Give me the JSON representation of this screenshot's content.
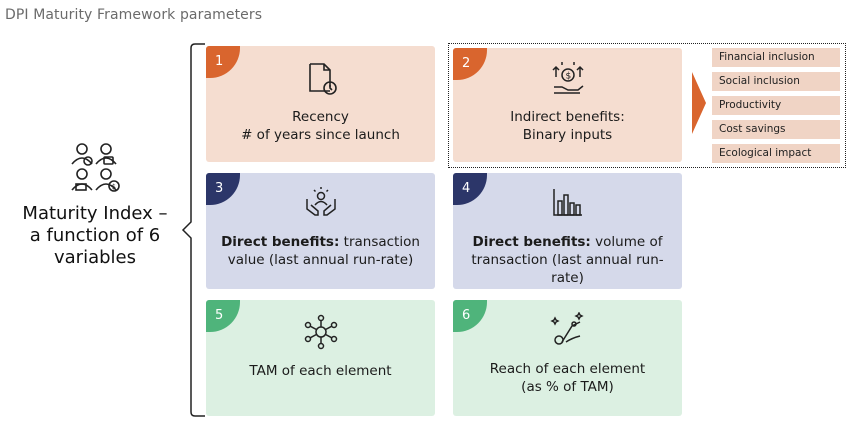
{
  "title": "DPI Maturity Framework parameters",
  "maturity_index": {
    "line1": "Maturity Index –",
    "line2": "a function of 6",
    "line3": "variables"
  },
  "cards": [
    {
      "num": "1",
      "line1": "Recency",
      "line2": "# of years since launch"
    },
    {
      "num": "2",
      "line1": "Indirect benefits:",
      "line2": "Binary inputs"
    },
    {
      "num": "3",
      "bold": "Direct benefits:",
      "rest1": " transaction",
      "line2": "value (last annual run-rate)"
    },
    {
      "num": "4",
      "bold": "Direct benefits:",
      "rest1": " volume of",
      "line2": "transaction (last annual run-",
      "line3": "rate)"
    },
    {
      "num": "5",
      "line1": "TAM of each element"
    },
    {
      "num": "6",
      "line1": "Reach of each element",
      "line2": "(as % of TAM)"
    }
  ],
  "indirect_benefits": [
    "Financial inclusion",
    "Social inclusion",
    "Productivity",
    "Cost savings",
    "Ecological impact"
  ],
  "colors": {
    "peach": "#f5ddd0",
    "orange": "#d9652e",
    "lavender": "#d5d9ea",
    "navy": "#2c3669",
    "mint": "#dcf0e2",
    "green": "#4fb47b"
  }
}
